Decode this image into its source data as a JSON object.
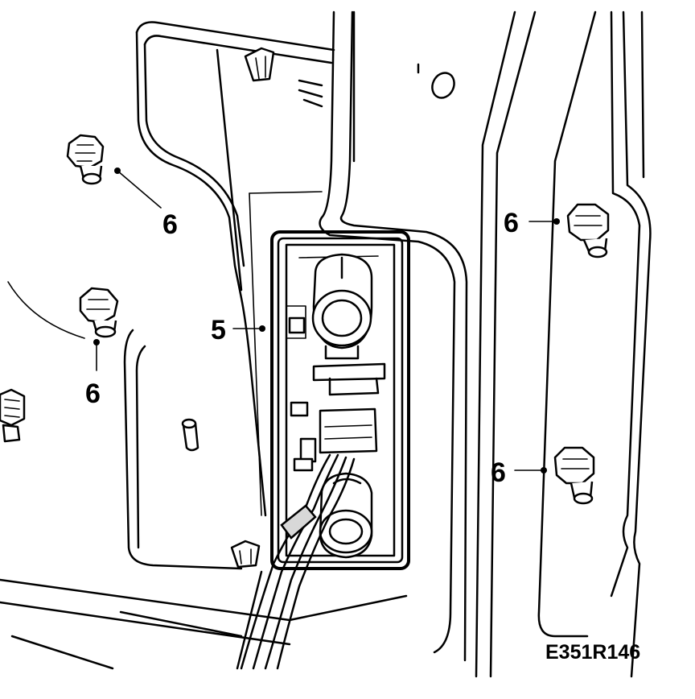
{
  "figure": {
    "reference_code": "E351R146",
    "callouts": [
      {
        "id": "fastener-top-left",
        "label": "6"
      },
      {
        "id": "fastener-mid-left",
        "label": "6"
      },
      {
        "id": "fastener-top-right",
        "label": "6"
      },
      {
        "id": "fastener-bottom-right",
        "label": "6"
      },
      {
        "id": "lamp-holder",
        "label": "5"
      }
    ]
  },
  "colors": {
    "line": "#000000",
    "background": "#ffffff",
    "shade": "#d8d8d8"
  }
}
